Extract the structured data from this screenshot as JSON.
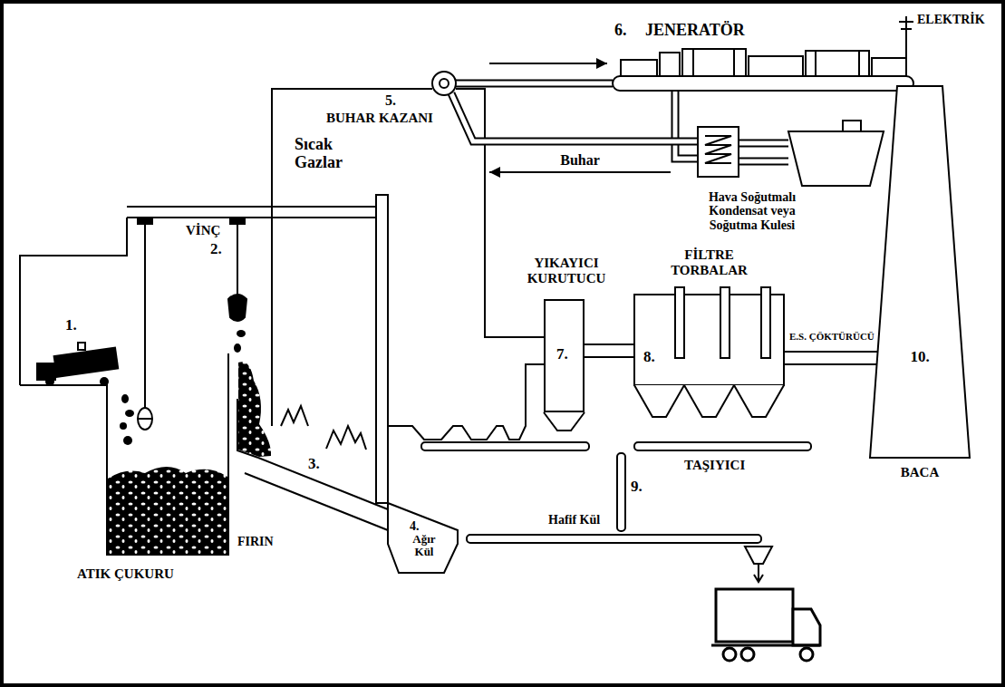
{
  "diagram": {
    "nodes": [
      {
        "text": [
          "6.",
          "JENERATÖR"
        ]
      },
      {
        "text": [
          "5.",
          "BUHAR KAZANI"
        ]
      },
      {
        "text": [
          "Hava Soğutmalı Kondensat veya Soğutma Kulesi"
        ]
      },
      {
        "text": [
          "YIKAYICI KURUTUCU",
          "7."
        ]
      },
      {
        "text": [
          "FİLTRE TORBALAR",
          "8."
        ]
      },
      {
        "text": [
          "10.",
          "BACA"
        ]
      }
    ],
    "edges": [
      {
        "from": 1,
        "to": 0,
        "arrow": "to"
      },
      {
        "from": 2,
        "to": 1,
        "label": "Buhar",
        "arrow": "to"
      },
      {
        "from": 3,
        "to": 4,
        "arrow": "none"
      },
      {
        "from": 4,
        "to": 5,
        "label": "E.S. ÇÖKTÜRÜCÜ",
        "arrow": "none"
      }
    ],
    "labels": [
      "1.",
      "VİNÇ",
      "2.",
      "ATIK ÇUKURU",
      "Sıcak Gazlar",
      "FIRIN",
      "3.",
      "4.",
      "Ağır Kül",
      "ELEKTRİK",
      "TAŞIYICI",
      "9.",
      "Hafif Kül"
    ]
  }
}
